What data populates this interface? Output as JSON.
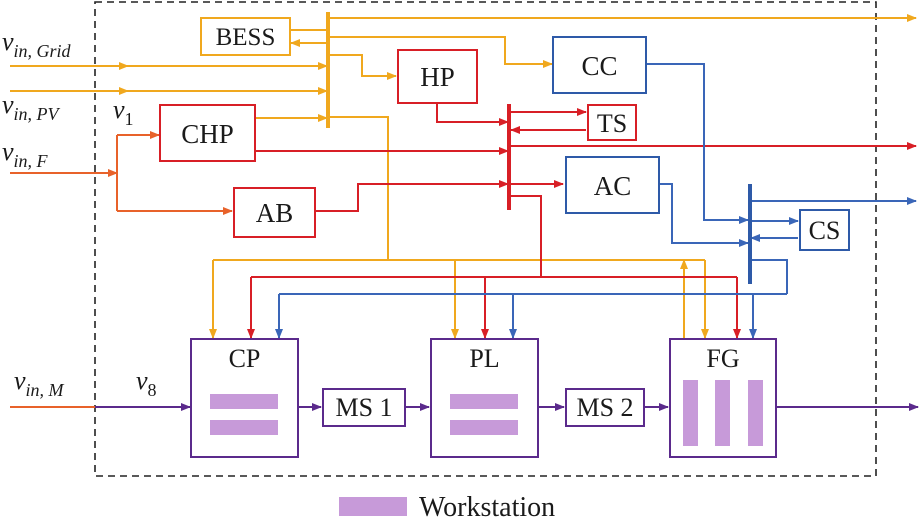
{
  "labels": {
    "bess": "BESS",
    "hp": "HP",
    "cc": "CC",
    "chp": "CHP",
    "ts": "TS",
    "ab": "AB",
    "ac": "AC",
    "cs": "CS",
    "cp": "CP",
    "pl": "PL",
    "fg": "FG",
    "ms1": "MS 1",
    "ms2": "MS 2"
  },
  "inputs": {
    "grid_main": "v",
    "grid_sub": "in, Grid",
    "pv_main": "v",
    "pv_sub": "in, PV",
    "f_main": "v",
    "f_sub": "in, F",
    "m_main": "v",
    "m_sub": "in, M",
    "v1_main": "v",
    "v1_sub": "1",
    "v8_main": "v",
    "v8_sub": "8"
  },
  "legend": {
    "label": "Workstation"
  },
  "colors": {
    "electricity": "#f0a81e",
    "heat": "#d81f26",
    "cooling": "#3a66b8",
    "material": "#5b2a8c",
    "fuel": "#e8622a",
    "workstation": "#c79ad9"
  }
}
